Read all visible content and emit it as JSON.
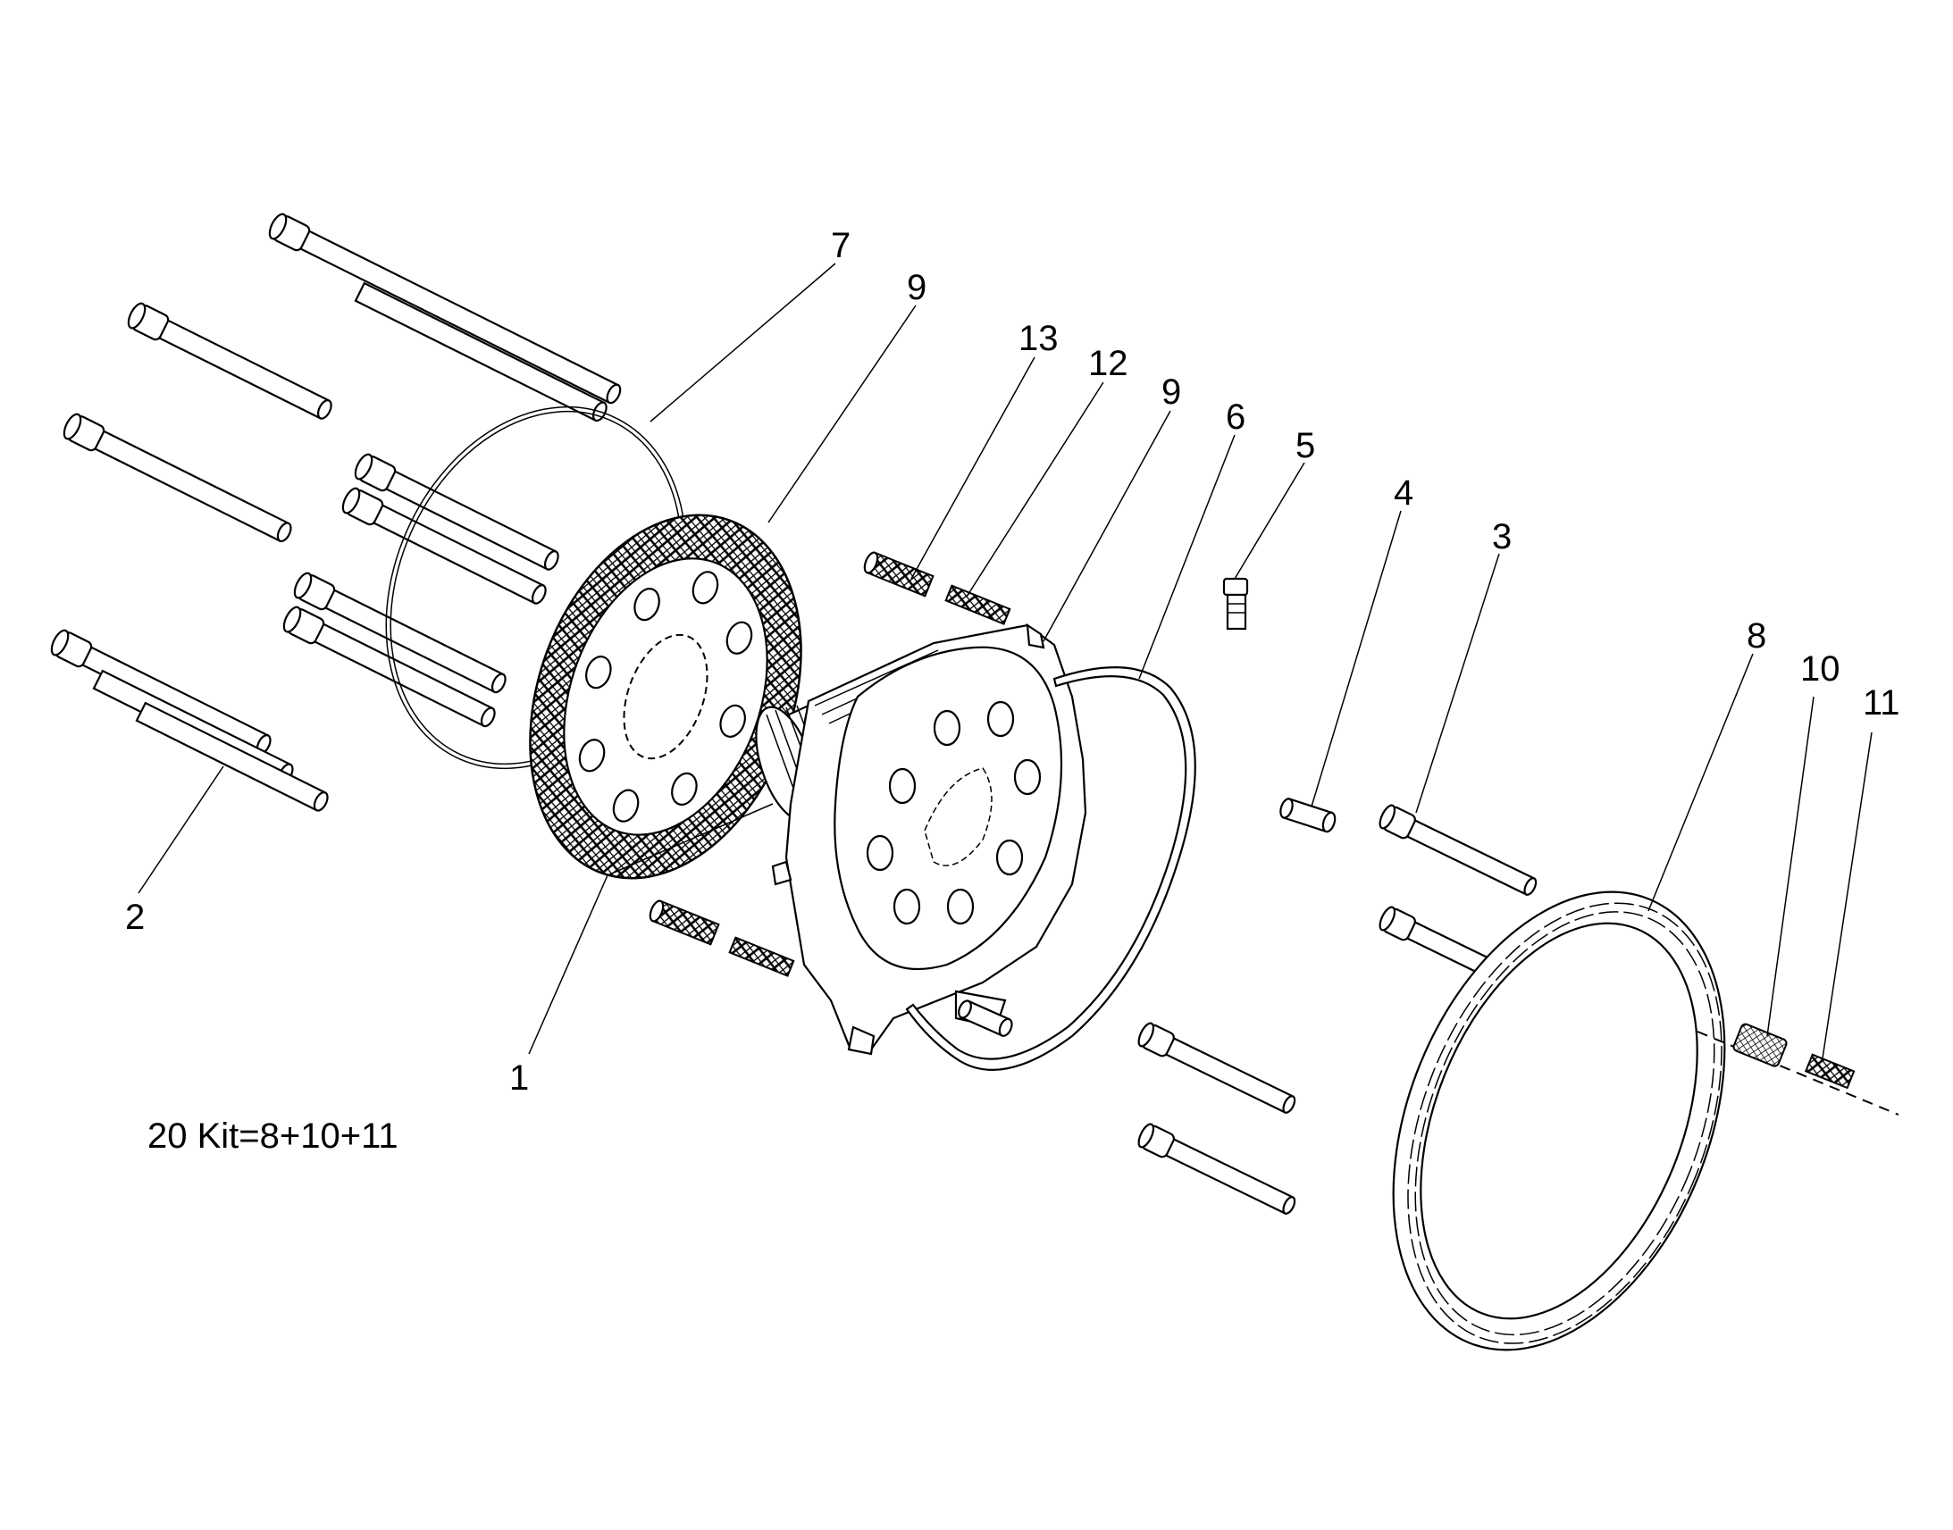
{
  "callouts": [
    {
      "id": "1",
      "label": "1"
    },
    {
      "id": "2",
      "label": "2"
    },
    {
      "id": "3",
      "label": "3"
    },
    {
      "id": "4",
      "label": "4"
    },
    {
      "id": "5",
      "label": "5"
    },
    {
      "id": "6",
      "label": "6"
    },
    {
      "id": "7",
      "label": "7"
    },
    {
      "id": "8",
      "label": "8"
    },
    {
      "id": "9a",
      "label": "9"
    },
    {
      "id": "9b",
      "label": "9"
    },
    {
      "id": "10",
      "label": "10"
    },
    {
      "id": "11",
      "label": "11"
    },
    {
      "id": "12",
      "label": "12"
    },
    {
      "id": "13",
      "label": "13"
    }
  ],
  "kit_note": "20 Kit=8+10+11"
}
